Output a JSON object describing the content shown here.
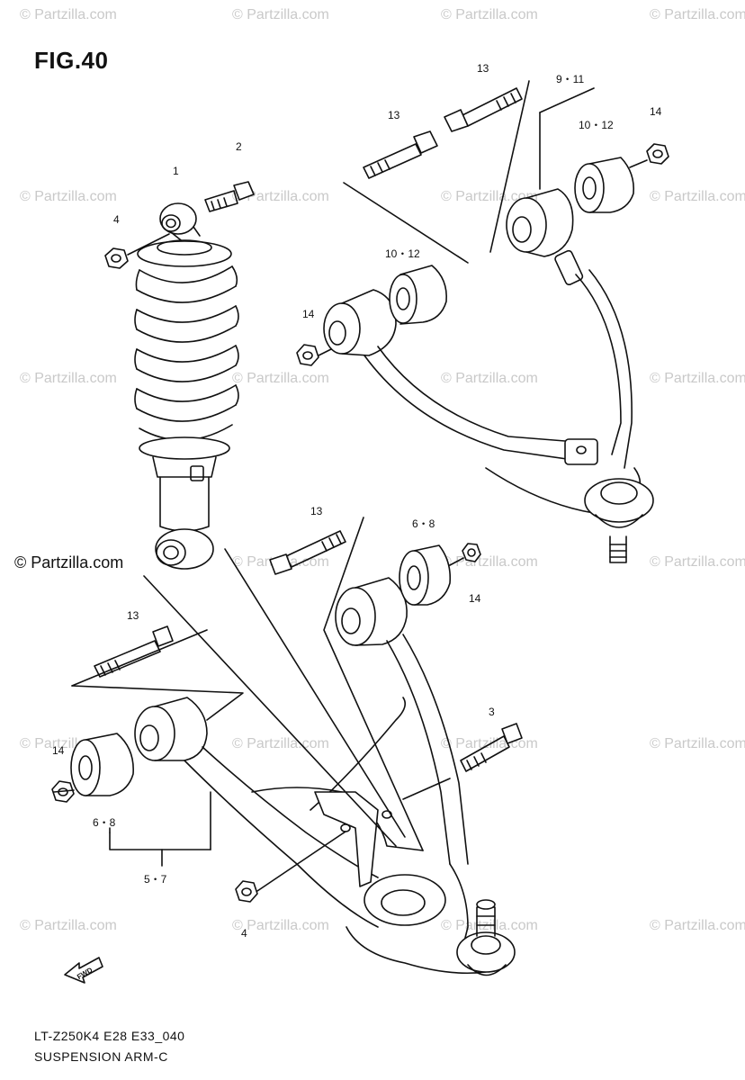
{
  "figure_label": "FIG.40",
  "watermark": "© Partzilla.com",
  "watermark_main": "© Partzilla.com",
  "callouts": {
    "c1": "1",
    "c2": "2",
    "c4a": "4",
    "c4b": "4",
    "c13a": "13",
    "c13b": "13",
    "c13c": "13",
    "c13d": "13",
    "c9_11": "9・11",
    "c10_12a": "10・12",
    "c10_12b": "10・12",
    "c14a": "14",
    "c14b": "14",
    "c14c": "14",
    "c14d": "14",
    "c6_8a": "6・8",
    "c6_8b": "6・8",
    "c5_7": "5・7",
    "c3": "3"
  },
  "front_arrow_label": "FWD",
  "diagram_code": "LT-Z250K4 E28 E33_040",
  "diagram_title": "SUSPENSION ARM-C",
  "colors": {
    "line": "#111111",
    "watermark": "#c9c9c9"
  }
}
